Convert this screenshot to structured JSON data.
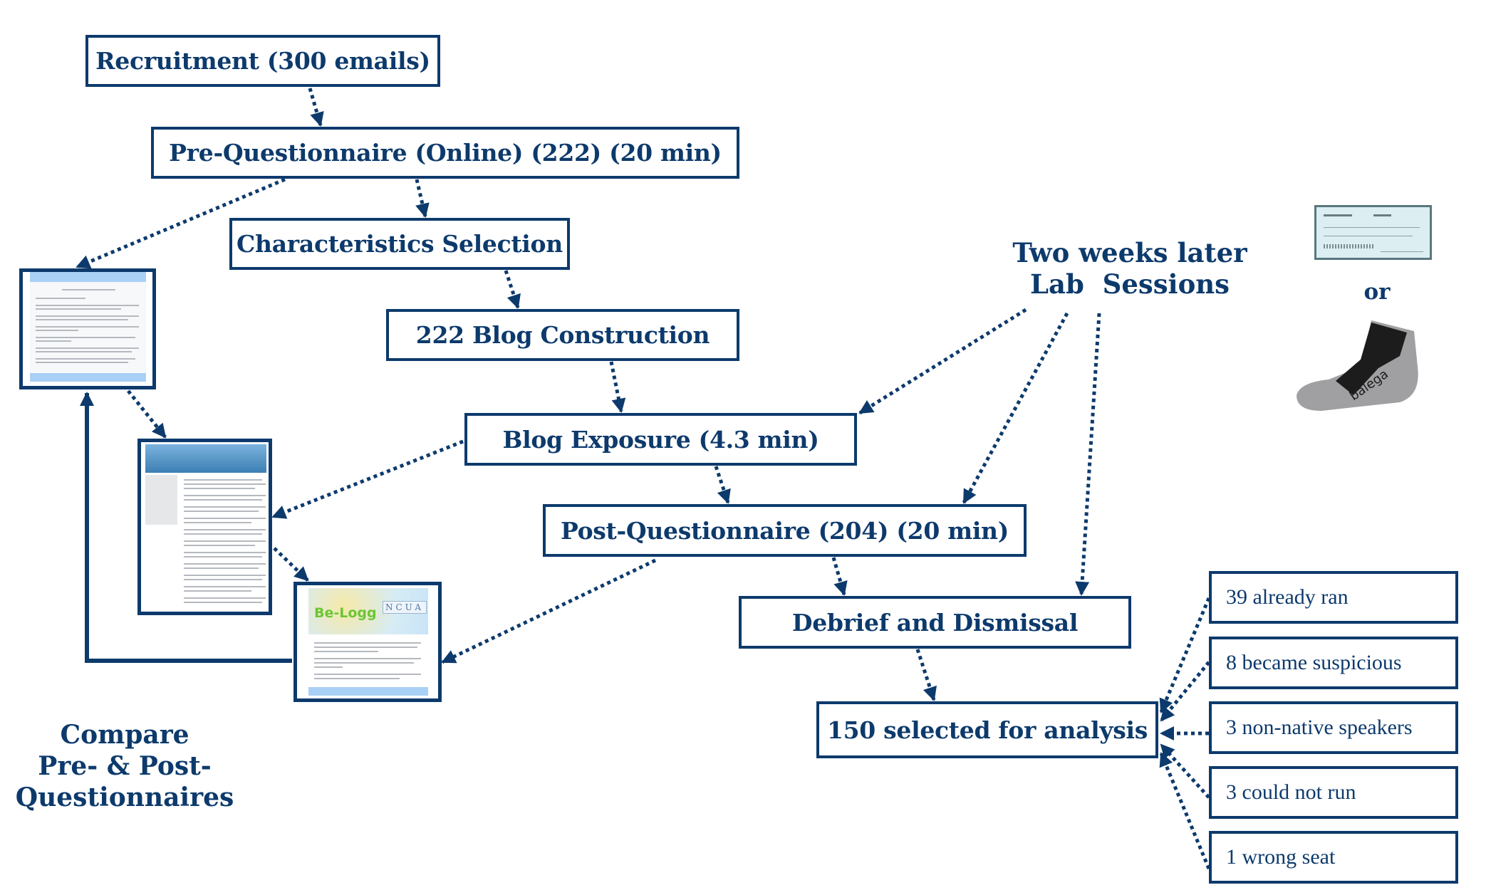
{
  "flow": {
    "recruitment": "Recruitment (300 emails)",
    "pre_questionnaire": "Pre-Questionnaire (Online) (222) (20 min)",
    "characteristics": "Characteristics Selection",
    "blog_construction": "222 Blog Construction",
    "blog_exposure": "Blog Exposure (4.3 min)",
    "post_questionnaire": "Post-Questionnaire (204) (20 min)",
    "debrief": "Debrief and Dismissal",
    "selected": "150 selected for analysis"
  },
  "exclusions": [
    {
      "label": "39 already ran"
    },
    {
      "label": "8  became suspicious"
    },
    {
      "label": "3  non-native speakers"
    },
    {
      "label": "3  could not run"
    },
    {
      "label": "1  wrong seat"
    }
  ],
  "lab_sessions": {
    "line1": "Two weeks later",
    "line2": "Lab  Sessions"
  },
  "incentive": {
    "or_label": "or",
    "option_a_icon": "check-image",
    "option_b_icon": "sock-image",
    "sock_brand": "balega"
  },
  "compare": {
    "line1": "Compare",
    "line2": "Pre- & Post-",
    "line3": "Questionnaires"
  },
  "thumbnails": {
    "blog_logo": "Be-Logg",
    "blog_badge": "NCUA"
  },
  "colors": {
    "primary": "#0d3a6c",
    "thumb_header_light": "#a9d0f5",
    "thumb_header_dark": "#3c7fb3"
  }
}
